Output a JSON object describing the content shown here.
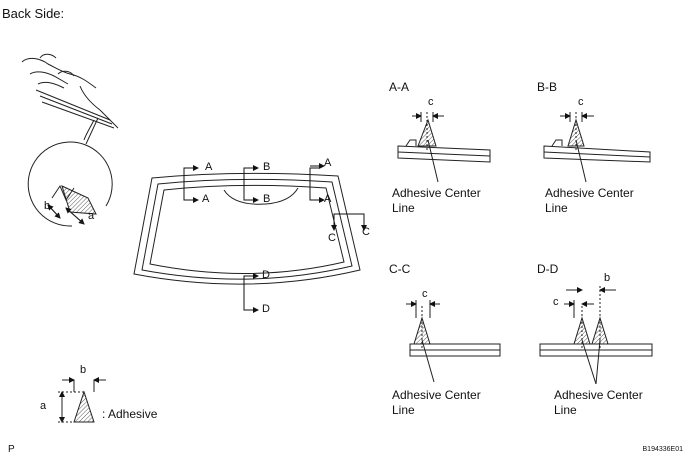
{
  "title": "Back Side:",
  "sections": {
    "aa": "A-A",
    "bb": "B-B",
    "cc": "C-C",
    "dd": "D-D"
  },
  "dimension_labels": {
    "a": "a",
    "b": "b",
    "c": "c"
  },
  "cut_labels": {
    "A": "A",
    "B": "B",
    "C": "C",
    "D": "D"
  },
  "adhesive_center_line": "Adhesive Center\nLine",
  "legend_text": ": Adhesive",
  "corner_left": "P",
  "corner_right": "B194336E01"
}
